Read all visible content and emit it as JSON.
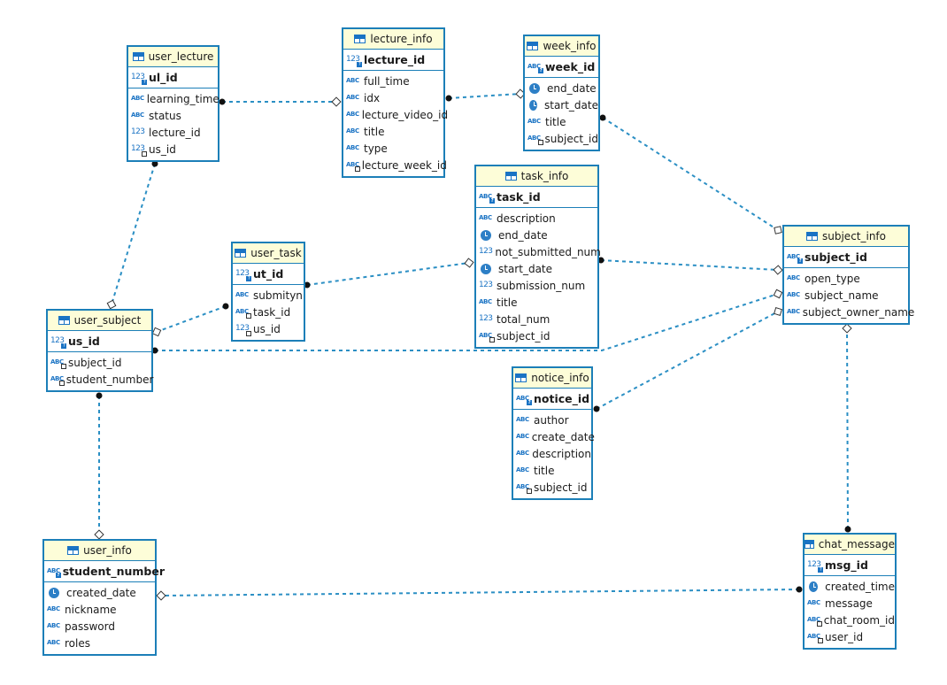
{
  "tables": {
    "user_lecture": {
      "name": "user_lecture",
      "pk": {
        "name": "ul_id",
        "type": "123"
      },
      "columns": [
        {
          "name": "learning_time",
          "type": "ABC"
        },
        {
          "name": "status",
          "type": "ABC"
        },
        {
          "name": "lecture_id",
          "type": "123"
        },
        {
          "name": "us_id",
          "type": "123",
          "fk": true
        }
      ]
    },
    "lecture_info": {
      "name": "lecture_info",
      "pk": {
        "name": "lecture_id",
        "type": "123"
      },
      "columns": [
        {
          "name": "full_time",
          "type": "ABC"
        },
        {
          "name": "idx",
          "type": "ABC"
        },
        {
          "name": "lecture_video_id",
          "type": "ABC"
        },
        {
          "name": "title",
          "type": "ABC"
        },
        {
          "name": "type",
          "type": "ABC"
        },
        {
          "name": "lecture_week_id",
          "type": "ABC",
          "fk": true
        }
      ]
    },
    "week_info": {
      "name": "week_info",
      "pk": {
        "name": "week_id",
        "type": "ABC"
      },
      "columns": [
        {
          "name": "end_date",
          "type": "clock"
        },
        {
          "name": "start_date",
          "type": "clock"
        },
        {
          "name": "title",
          "type": "ABC"
        },
        {
          "name": "subject_id",
          "type": "ABC",
          "fk": true
        }
      ]
    },
    "task_info": {
      "name": "task_info",
      "pk": {
        "name": "task_id",
        "type": "ABC"
      },
      "columns": [
        {
          "name": "description",
          "type": "ABC"
        },
        {
          "name": "end_date",
          "type": "clock"
        },
        {
          "name": "not_submitted_num",
          "type": "123"
        },
        {
          "name": "start_date",
          "type": "clock"
        },
        {
          "name": "submission_num",
          "type": "123"
        },
        {
          "name": "title",
          "type": "ABC"
        },
        {
          "name": "total_num",
          "type": "123"
        },
        {
          "name": "subject_id",
          "type": "ABC",
          "fk": true
        }
      ]
    },
    "user_task": {
      "name": "user_task",
      "pk": {
        "name": "ut_id",
        "type": "123"
      },
      "columns": [
        {
          "name": "submityn",
          "type": "ABC"
        },
        {
          "name": "task_id",
          "type": "ABC",
          "fk": true
        },
        {
          "name": "us_id",
          "type": "123",
          "fk": true
        }
      ]
    },
    "user_subject": {
      "name": "user_subject",
      "pk": {
        "name": "us_id",
        "type": "123"
      },
      "columns": [
        {
          "name": "subject_id",
          "type": "ABC",
          "fk": true
        },
        {
          "name": "student_number",
          "type": "ABC",
          "fk": true
        }
      ]
    },
    "subject_info": {
      "name": "subject_info",
      "pk": {
        "name": "subject_id",
        "type": "ABC"
      },
      "columns": [
        {
          "name": "open_type",
          "type": "ABC"
        },
        {
          "name": "subject_name",
          "type": "ABC"
        },
        {
          "name": "subject_owner_name",
          "type": "ABC"
        }
      ]
    },
    "notice_info": {
      "name": "notice_info",
      "pk": {
        "name": "notice_id",
        "type": "ABC"
      },
      "columns": [
        {
          "name": "author",
          "type": "ABC"
        },
        {
          "name": "create_date",
          "type": "ABC"
        },
        {
          "name": "description",
          "type": "ABC"
        },
        {
          "name": "title",
          "type": "ABC"
        },
        {
          "name": "subject_id",
          "type": "ABC",
          "fk": true
        }
      ]
    },
    "user_info": {
      "name": "user_info",
      "pk": {
        "name": "student_number",
        "type": "ABC"
      },
      "columns": [
        {
          "name": "created_date",
          "type": "clock"
        },
        {
          "name": "nickname",
          "type": "ABC"
        },
        {
          "name": "password",
          "type": "ABC"
        },
        {
          "name": "roles",
          "type": "ABC"
        }
      ]
    },
    "chat_message": {
      "name": "chat_message",
      "pk": {
        "name": "msg_id",
        "type": "123"
      },
      "columns": [
        {
          "name": "created_time",
          "type": "clock"
        },
        {
          "name": "message",
          "type": "ABC"
        },
        {
          "name": "chat_room_id",
          "type": "ABC",
          "fk": true
        },
        {
          "name": "user_id",
          "type": "ABC",
          "fk": true
        }
      ]
    }
  },
  "relationships": [
    {
      "from": "user_lecture",
      "to": "lecture_info"
    },
    {
      "from": "lecture_info",
      "to": "week_info"
    },
    {
      "from": "week_info",
      "to": "subject_info"
    },
    {
      "from": "user_lecture",
      "to": "user_subject"
    },
    {
      "from": "user_task",
      "to": "user_subject"
    },
    {
      "from": "user_task",
      "to": "task_info"
    },
    {
      "from": "task_info",
      "to": "subject_info"
    },
    {
      "from": "user_subject",
      "to": "subject_info"
    },
    {
      "from": "notice_info",
      "to": "subject_info"
    },
    {
      "from": "user_subject",
      "to": "user_info"
    },
    {
      "from": "chat_message",
      "to": "subject_info"
    },
    {
      "from": "chat_message",
      "to": "user_info"
    }
  ],
  "colors": {
    "border": "#1c7fb8",
    "header": "#fdfdd8",
    "link": "#2b8fc4"
  }
}
